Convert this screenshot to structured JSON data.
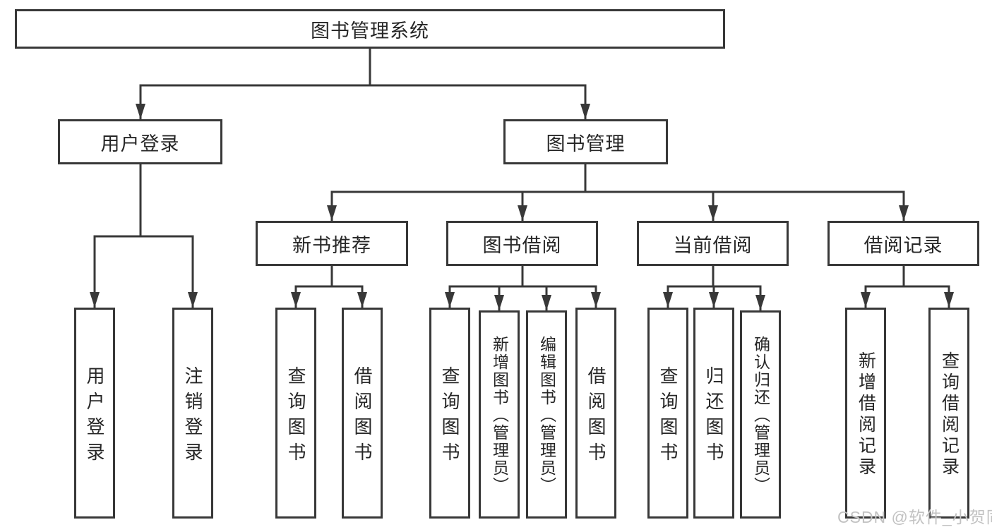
{
  "diagram": {
    "title": "图书管理系统",
    "root": "图书管理系统",
    "level2": {
      "user_login": "用户登录",
      "book_management": "图书管理"
    },
    "level3": {
      "new_book_recommend": "新书推荐",
      "book_borrow": "图书借阅",
      "current_borrow": "当前借阅",
      "borrow_records": "借阅记录"
    },
    "leaves": {
      "user_login": "用户登录",
      "logout": "注销登录",
      "recommend_query_books": "查询图书",
      "recommend_borrow_books": "借阅图书",
      "borrow_query_books": "查询图书",
      "borrow_add_books": "新增图书（管理员）",
      "borrow_edit_books": "编辑图书（管理员）",
      "borrow_borrow_books": "借阅图书",
      "current_query_books": "查询图书",
      "current_return_books": "归还图书",
      "current_confirm_return": "确认归还（管理员）",
      "records_add_record": "新增借阅记录",
      "records_query_record": "查询借阅记录"
    }
  },
  "watermark": "CSDN @软件_小贺同学",
  "colors": {
    "line": "#383838",
    "text": "#262626",
    "watermark": "#c2c2c2",
    "background": "#ffffff"
  }
}
